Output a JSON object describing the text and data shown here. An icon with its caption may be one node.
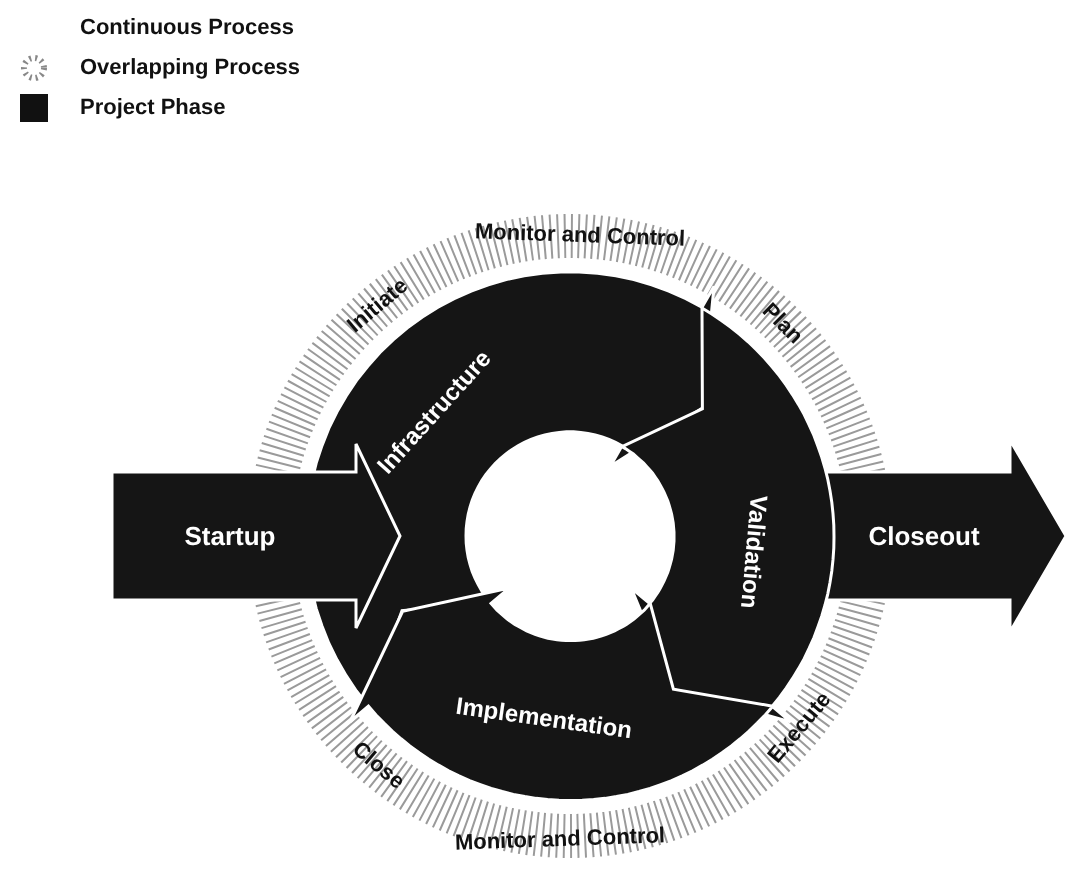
{
  "diagram": {
    "nodes": [
      {
        "text": [
          "Startup"
        ]
      },
      {
        "text": [
          "Infrastructure"
        ]
      },
      {
        "text": [
          "Validation"
        ]
      },
      {
        "text": [
          "Implementation"
        ]
      },
      {
        "text": [
          "Closeout"
        ]
      }
    ],
    "labels": [
      "Monitor and Control",
      "Initiate",
      "Plan",
      "Close",
      "Execute",
      "Monitor and Control"
    ],
    "legend": [
      {
        "text": "Continuous Process"
      },
      {
        "text": "Overlapping Process"
      },
      {
        "text": "Project Phase",
        "color": "#111111"
      }
    ]
  }
}
